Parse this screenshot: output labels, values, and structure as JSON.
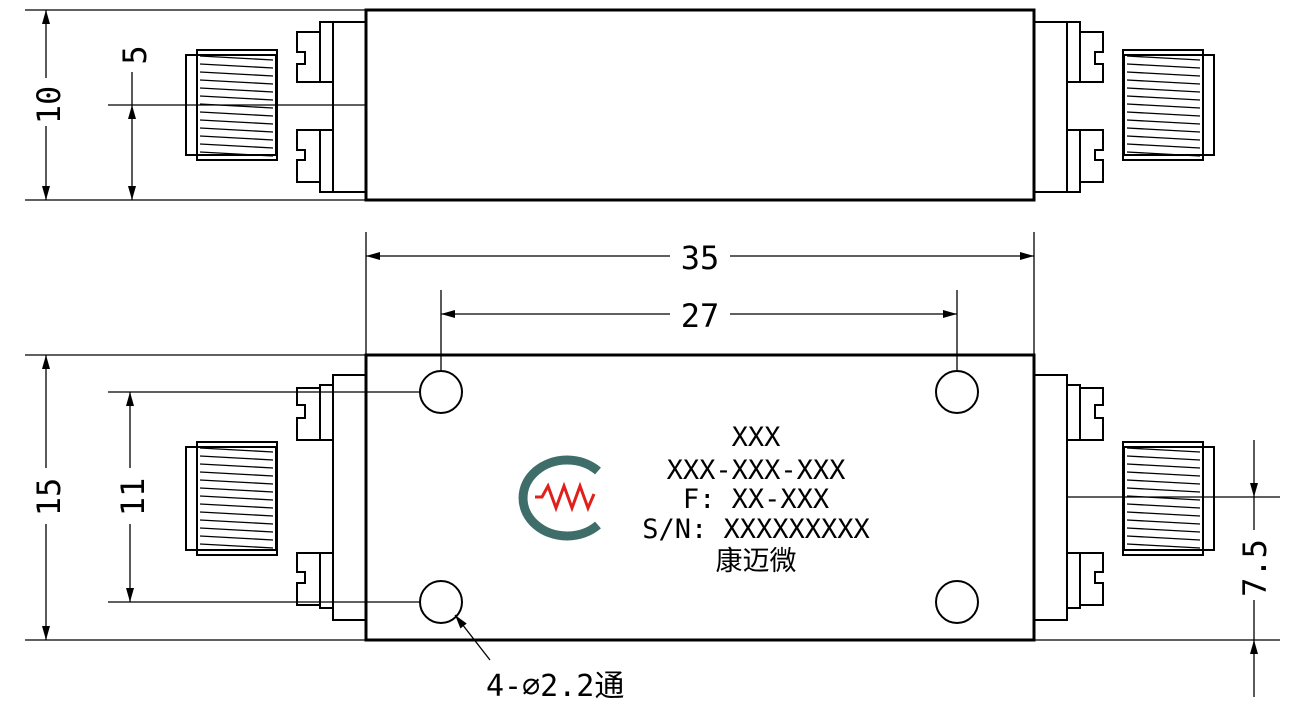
{
  "dimensions": {
    "top_height": "10",
    "top_connector_offset": "5",
    "overall_length": "35",
    "hole_spacing": "27",
    "overall_width": "15",
    "hole_spacing_vertical": "11",
    "connector_offset": "7.5"
  },
  "label": {
    "line1": "XXX",
    "line2": "XXX-XXX-XXX",
    "line3": "F: XX-XXX",
    "line4": "S/N: XXXXXXXXX",
    "line5": "康迈微"
  },
  "hole_note": "4-∅2.2通",
  "logo": {
    "name": "company-logo-icon",
    "color_ring": "#3f6e6a",
    "color_wave": "#e0201b"
  }
}
